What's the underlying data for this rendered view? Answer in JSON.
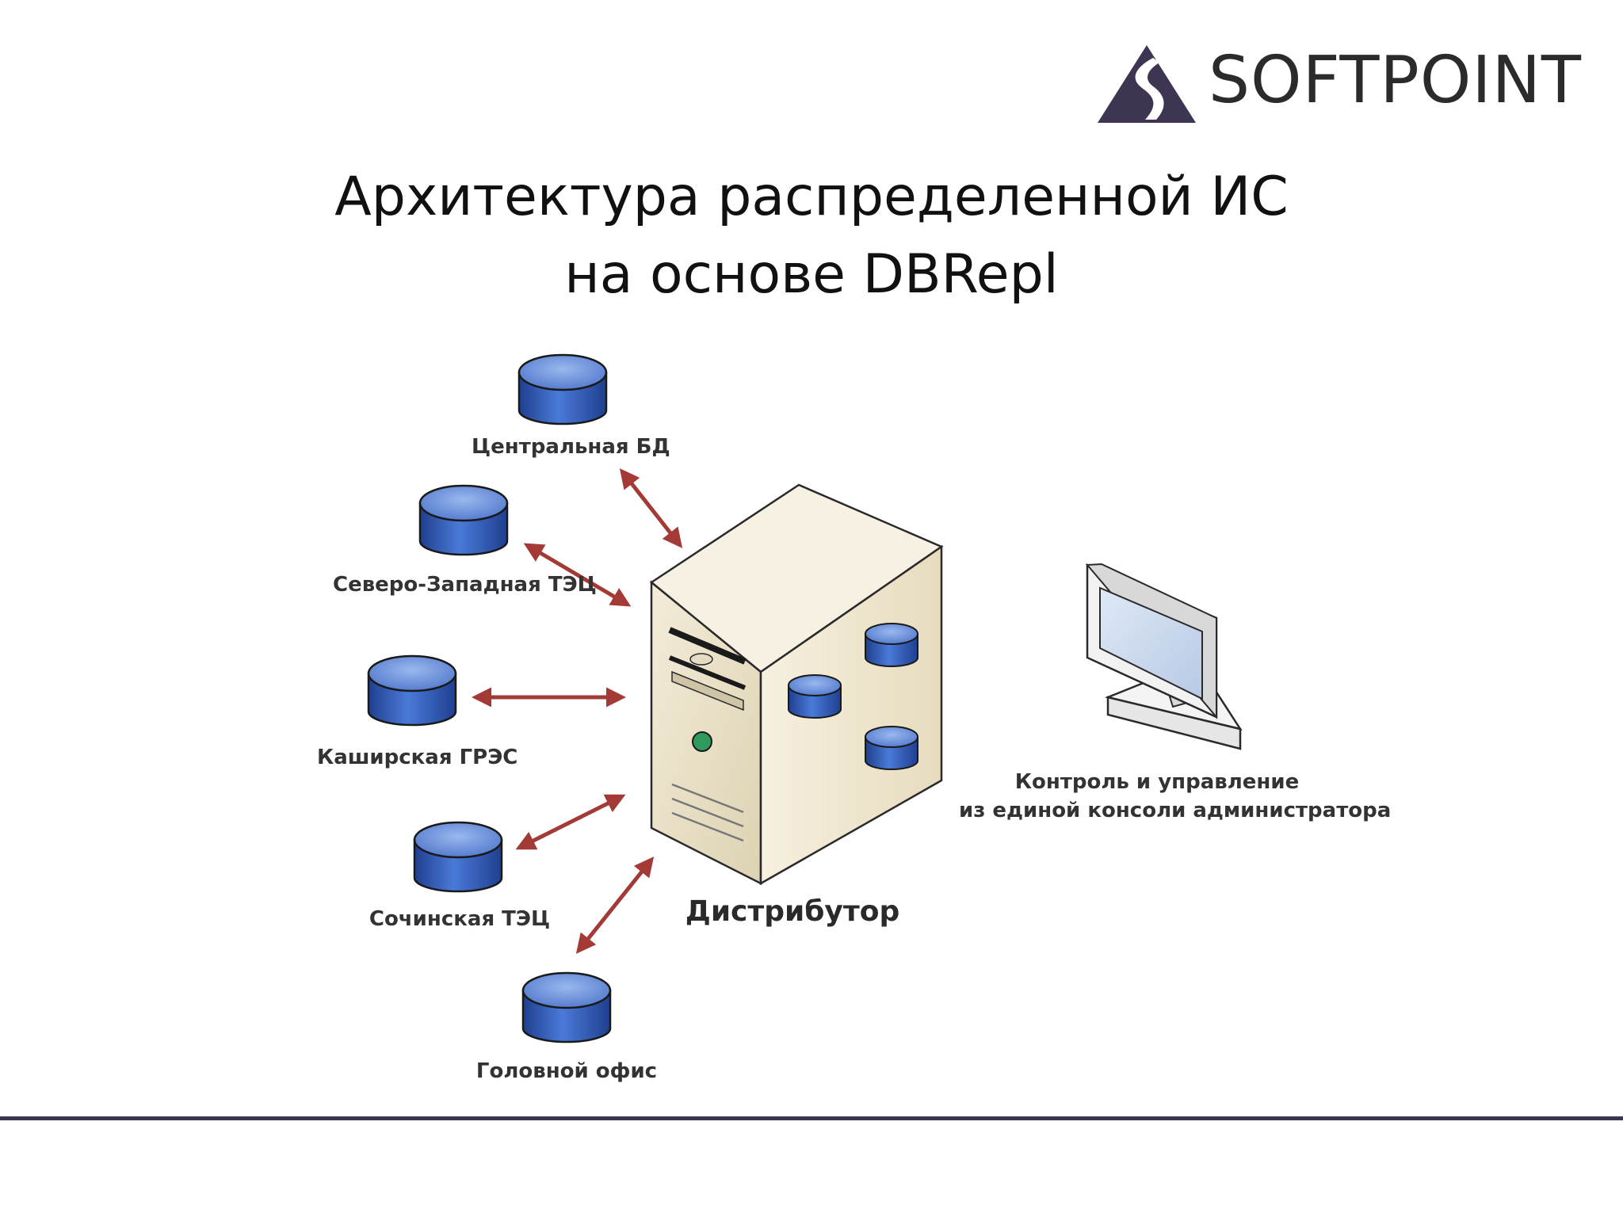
{
  "logo": {
    "text": "SOFTPOINT",
    "colors": {
      "triangle": "#3d3551",
      "swoosh": "#ffffff"
    }
  },
  "title": {
    "line1": "Архитектура распределенной ИС",
    "line2": "на основе DBRepl"
  },
  "nodes": [
    {
      "label": "Центральная БД"
    },
    {
      "label": "Северо-Западная ТЭЦ"
    },
    {
      "label": "Каширская ГРЭС"
    },
    {
      "label": "Сочинская ТЭЦ"
    },
    {
      "label": "Головной офис"
    }
  ],
  "server": {
    "label": "Дистрибутор"
  },
  "console": {
    "line1": "Контроль и управление",
    "line2": "из единой консоли администратора"
  },
  "colors": {
    "db_blue": "#3a66c4",
    "arrow": "#a33a36",
    "server_body": "#eee6cf",
    "footer_line": "#3d3551"
  },
  "icons": [
    "database-icon",
    "server-icon",
    "monitor-icon",
    "bidirectional-arrow"
  ]
}
